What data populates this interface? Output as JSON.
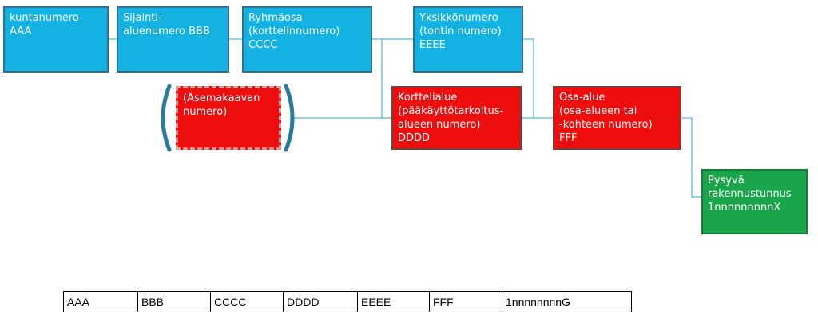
{
  "diagram": {
    "boxes": {
      "kunta": {
        "lines": [
          "kuntanumero",
          "AAA"
        ]
      },
      "sijainti": {
        "lines": [
          "Sijainti-",
          "aluenumero BBB"
        ]
      },
      "ryhma": {
        "lines": [
          "Ryhmäosa",
          "(korttelinnumero)",
          "CCCC"
        ]
      },
      "yksikko": {
        "lines": [
          "Yksikkönumero",
          "(tontin numero)",
          "EEEE"
        ]
      },
      "asemakaava": {
        "lines": [
          "(Asemakaavan",
          "numero)"
        ]
      },
      "kortteli": {
        "lines": [
          "Korttelialue",
          "(pääkäyttötarkoitus-",
          "alueen numero)",
          "DDDD"
        ]
      },
      "osa": {
        "lines": [
          "Osa-alue",
          "(osa-alueen tai",
          "-kohteen numero)",
          "FFF"
        ]
      },
      "pysyva": {
        "lines": [
          "Pysyvä",
          "rakennustunnus",
          "1nnnnnnnnnX"
        ]
      }
    },
    "colors": {
      "blue": "#13b2e3",
      "red": "#ee0e0e",
      "green": "#1aa54a",
      "connector": "#5bb8d4",
      "bracket": "#2a7aa0"
    }
  },
  "code_table": {
    "cells": [
      "AAA",
      "BBB",
      "CCCC",
      "DDDD",
      "EEEE",
      "FFF",
      "1nnnnnnnnG"
    ]
  }
}
